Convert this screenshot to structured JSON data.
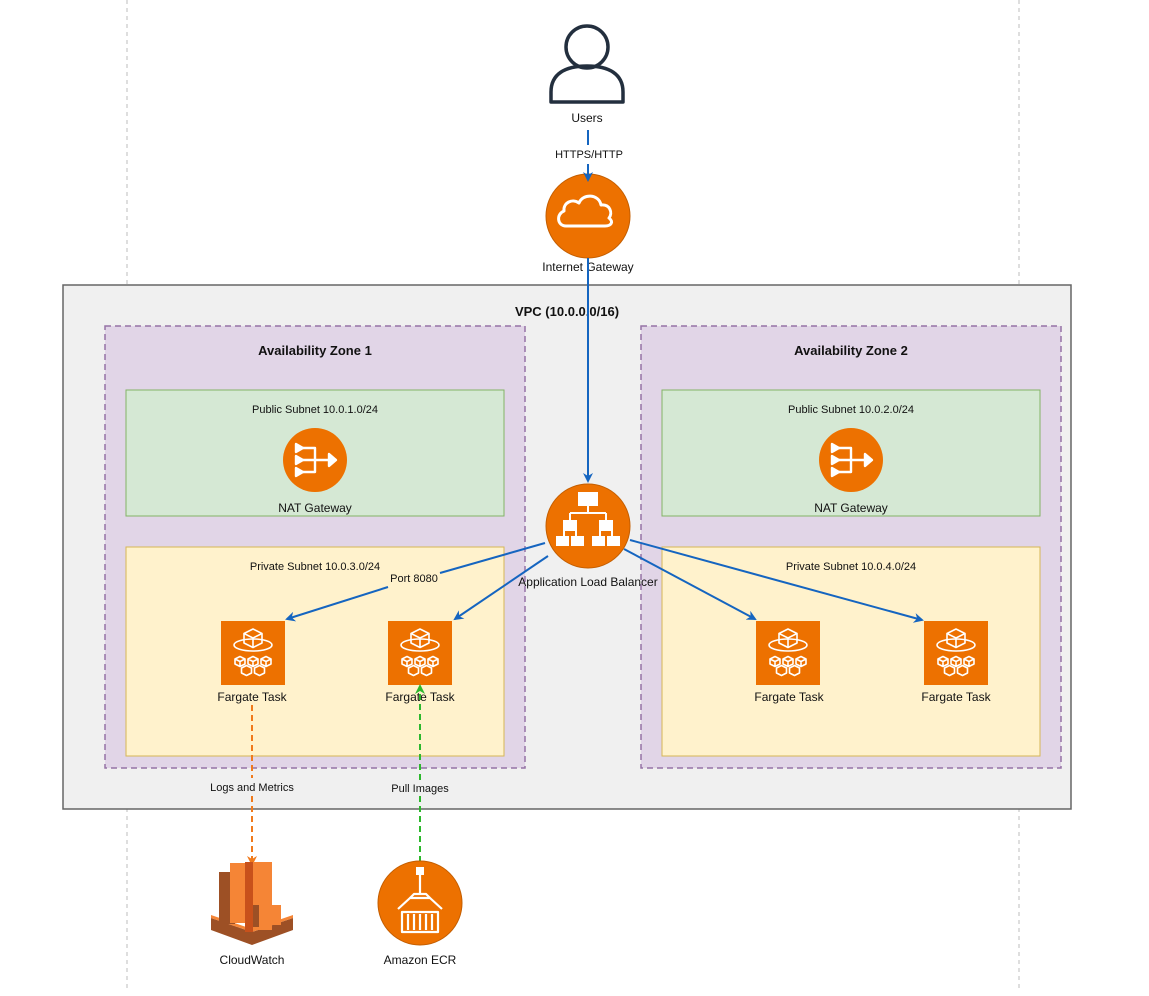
{
  "diagram": {
    "users_label": "Users",
    "internet_gateway_label": "Internet Gateway",
    "vpc_label": "VPC (10.0.0.0/16)",
    "az1_label": "Availability Zone 1",
    "az2_label": "Availability Zone 2",
    "public_subnet_1_label": "Public Subnet 10.0.1.0/24",
    "public_subnet_2_label": "Public Subnet 10.0.2.0/24",
    "private_subnet_1_label": "Private Subnet 10.0.3.0/24",
    "private_subnet_2_label": "Private Subnet 10.0.4.0/24",
    "nat_gateway_label": "NAT Gateway",
    "alb_label": "Application Load Balancer",
    "fargate_task_label": "Fargate Task",
    "cloudwatch_label": "CloudWatch",
    "ecr_label": "Amazon ECR",
    "edge_https_label": "HTTPS/HTTP",
    "edge_port_label": "Port 8080",
    "edge_logs_label": "Logs and Metrics",
    "edge_pull_label": "Pull Images"
  },
  "colors": {
    "aws_orange": "#ED7100",
    "arrow_blue": "#1565C0",
    "log_arrow_orange": "#F07A1C",
    "pull_arrow_green": "#2DB82D",
    "vpc_fill": "#F0F0F0",
    "az_fill": "#E1D5E7",
    "az_border": "#9673A6",
    "public_fill": "#D5E8D4",
    "public_border": "#82B366",
    "private_fill": "#FFF2CC",
    "private_border": "#D6B656"
  }
}
